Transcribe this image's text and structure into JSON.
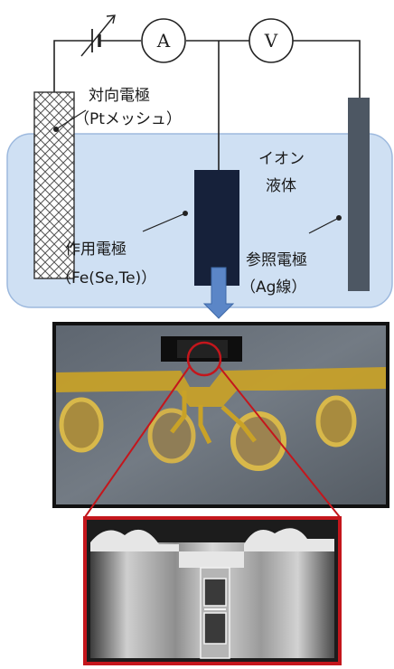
{
  "meters": {
    "ammeter": "A",
    "voltmeter": "V"
  },
  "labels": {
    "counter_electrode": "対向電極",
    "counter_material": "（Ptメッシュ）",
    "ionic_liquid_1": "イオン",
    "ionic_liquid_2": "液体",
    "working_electrode": "作用電極",
    "working_material": "（Fe(Se,Te)）",
    "reference_electrode": "参照電極",
    "reference_material": "（Ag線）"
  },
  "colors": {
    "liquid": "#cfe0f3",
    "liquid_border": "#9db9de",
    "working": "#16213a",
    "reference": "#4d5763",
    "arrow": "#5b86c7",
    "zoom": "#c4161c",
    "gold": "#c9a227"
  }
}
